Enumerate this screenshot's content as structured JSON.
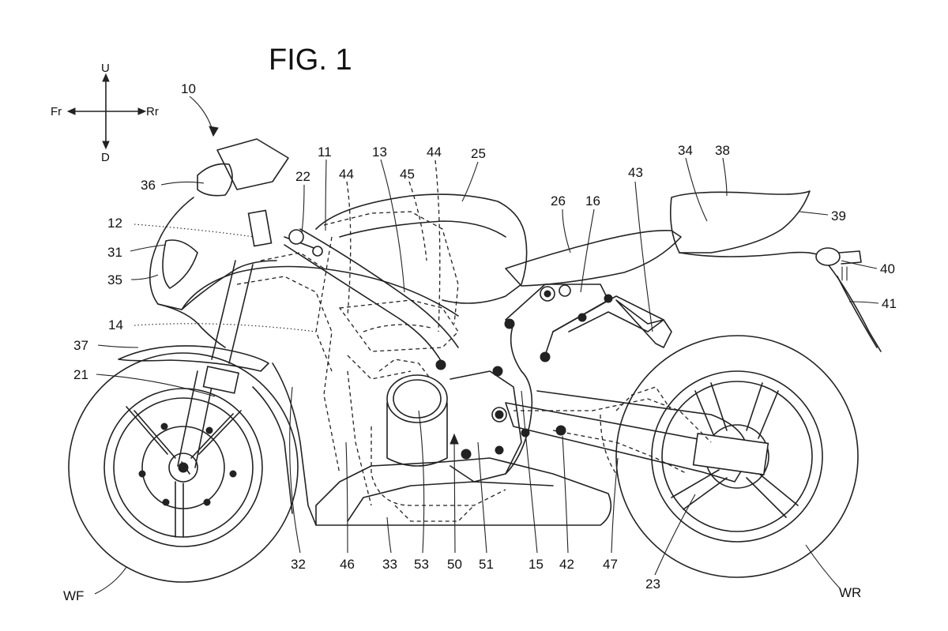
{
  "figure": {
    "title": "FIG. 1"
  },
  "orientation": {
    "up": "U",
    "down": "D",
    "front": "Fr",
    "rear": "Rr"
  },
  "labels": {
    "l10": "10",
    "l11": "11",
    "l12": "12",
    "l13": "13",
    "l14": "14",
    "l15": "15",
    "l16": "16",
    "l21": "21",
    "l22": "22",
    "l23": "23",
    "l25": "25",
    "l26": "26",
    "l31": "31",
    "l32": "32",
    "l33": "33",
    "l34": "34",
    "l35": "35",
    "l36": "36",
    "l37": "37",
    "l38": "38",
    "l39": "39",
    "l40": "40",
    "l41": "41",
    "l42": "42",
    "l43": "43",
    "l44a": "44",
    "l44b": "44",
    "l45": "45",
    "l46": "46",
    "l47": "47",
    "l50": "50",
    "l51": "51",
    "l53": "53",
    "lWF": "WF",
    "lWR": "WR"
  }
}
